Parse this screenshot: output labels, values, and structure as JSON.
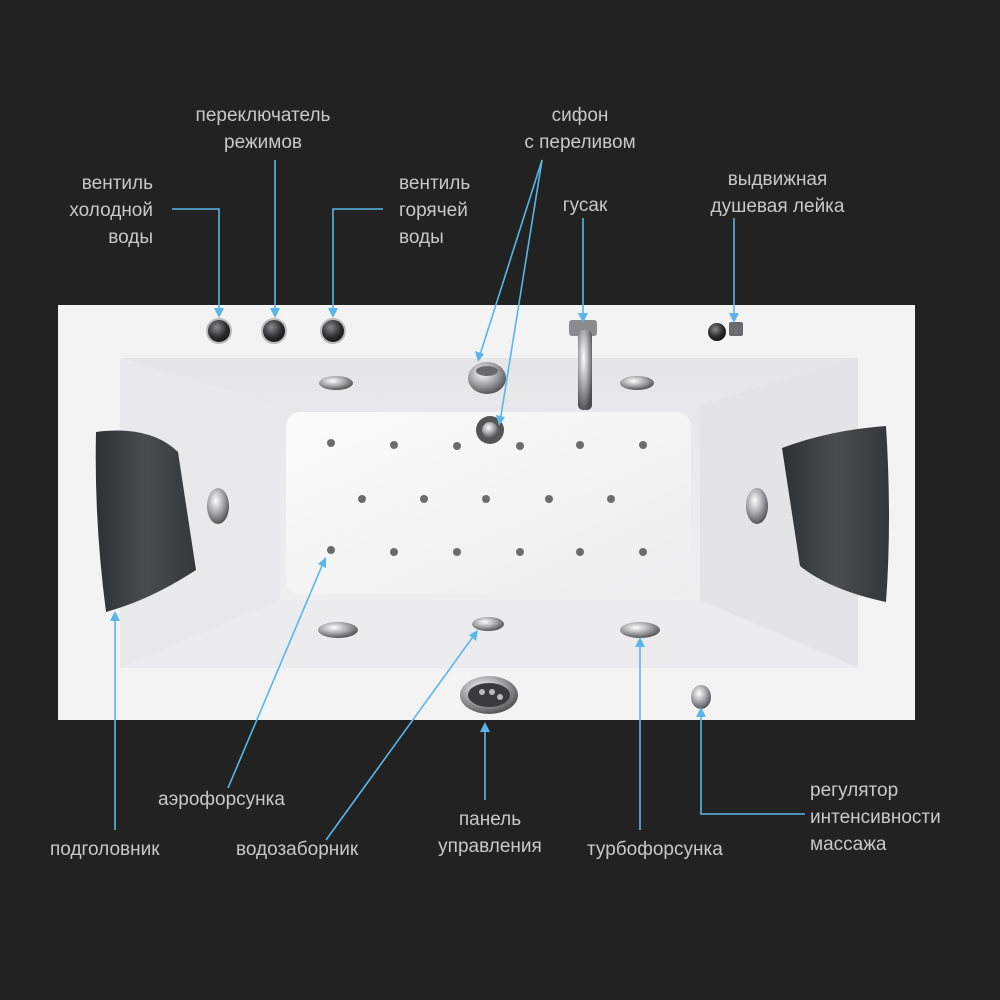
{
  "colors": {
    "background": "#222222",
    "label_text": "#c8c8c8",
    "leader_line": "#5bb5e8",
    "tub": "#f4f4f4",
    "headrest": "#3c3e42"
  },
  "labels": {
    "mode_switch": "переключатель\nрежимов",
    "cold_valve": "вентиль\nхолодной\nводы",
    "hot_valve": "вентиль\nгорячей\nводы",
    "siphon": "сифон\nс переливом",
    "spout": "гусак",
    "shower": "выдвижная\nдушевая лейка",
    "aero_jet": "аэрофорсунка",
    "headrest": "подголовник",
    "water_intake": "водозаборник",
    "control_panel": "панель\nуправления",
    "turbo_jet": "турбофорсунка",
    "intensity_regulator": "регулятор\nинтенсивности\nмассажа"
  }
}
